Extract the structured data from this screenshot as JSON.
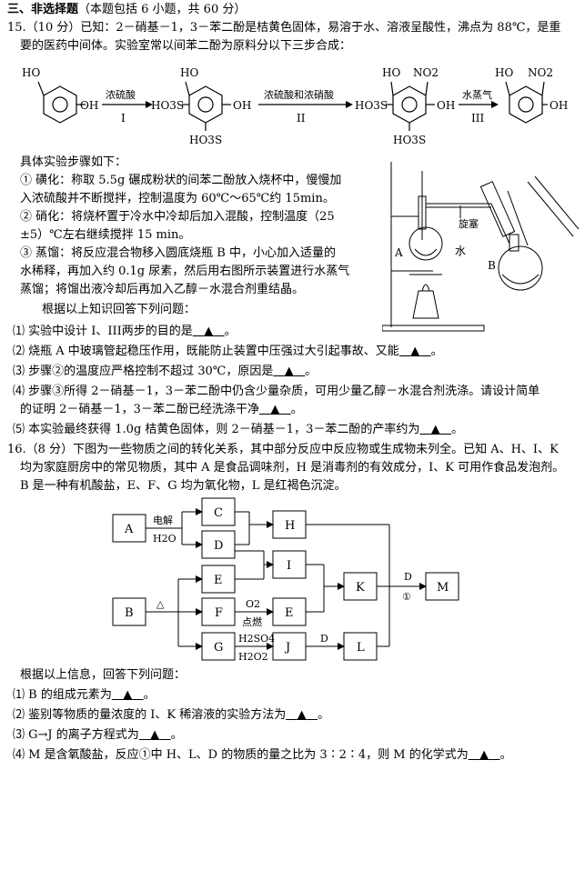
{
  "section_header": {
    "bold": "三、非选择题",
    "rest": "（本题包括 6 小题，共 60 分）"
  },
  "q15": {
    "line1": "15.（10 分）已知：2－硝基－1，3－苯二酚是桔黄色固体，易溶于水、溶液呈酸性，沸点为 88℃，是重",
    "line2": "要的医药中间体。实验室常以间苯二酚为原料分以下三步合成：",
    "scheme": {
      "step1_reagent": "浓硫酸",
      "step1_label": "I",
      "step2_reagent": "浓硫酸和浓硝酸",
      "step2_label": "II",
      "step3_reagent": "水蒸气",
      "step3_label": "III",
      "ho": "HO",
      "oh": "OH",
      "so3h_left": "HO3S",
      "so3h_bottom": "HO3S",
      "no2": "NO2"
    },
    "steps": [
      "具体实验步骤如下：",
      "① 磺化：称取 5.5g 碾成粉状的间苯二酚放入烧杯中，慢慢加",
      "入浓硫酸并不断搅拌，控制温度为 60℃～65℃约 15min。",
      "② 硝化：将烧杯置于冷水中冷却后加入混酸，控制温度（25",
      "±5）℃左右继续搅拌 15 min。",
      "③ 蒸馏：将反应混合物移入圆底烧瓶 B 中，小心加入适量的",
      "水稀释，再加入约 0.1g 尿素，然后用右图所示装置进行水蒸气",
      "蒸馏；将馏出液冷却后再加入乙醇－水混合剂重结晶。",
      "根据以上知识回答下列问题："
    ],
    "apparatus": {
      "label_a": "A",
      "label_b": "B",
      "label_water": "水",
      "label_valve": "旋塞"
    },
    "questions": [
      "⑴ 实验中设计 I、III两步的目的是",
      "⑵ 烧瓶 A 中玻璃管起稳压作用，既能防止装置中压强过大引起事故、又能",
      "⑶ 步骤②的温度应严格控制不超过 30℃，原因是",
      "⑷ 步骤③所得 2－硝基－1，3－苯二酚中仍含少量杂质，可用少量乙醇－水混合剂洗涤。请设计简单",
      "的证明 2－硝基－1，3－苯二酚已经洗涤干净",
      "⑸ 本实验最终获得 1.0g 桔黄色固体，则 2－硝基－1，3－苯二酚的产率约为"
    ],
    "blank_mark": "▲"
  },
  "q16": {
    "line1": "16.（8 分）下图为一些物质之间的转化关系，其中部分反应中反应物或生成物未列全。已知 A、H、I、K",
    "line2": "均为家庭厨房中的常见物质，其中 A 是食品调味剂，H 是消毒剂的有效成分，I、K 可用作食品发泡剂。",
    "line3": "B 是一种有机酸盐，E、F、G 均为氧化物，L 是红褐色沉淀。",
    "flow": {
      "boxes": {
        "A": "A",
        "B": "B",
        "C": "C",
        "D": "D",
        "E1": "E",
        "F": "F",
        "G": "G",
        "H": "H",
        "I": "I",
        "E2": "E",
        "J": "J",
        "L": "L",
        "K": "K",
        "M": "M"
      },
      "labels": {
        "electrolysis": "电解",
        "h2o": "H2O",
        "heat": "△",
        "o2": "O2",
        "ignite": "点燃",
        "h2so4": "H2SO4",
        "h2o2": "H2O2",
        "d1": "D",
        "d2": "D",
        "circle1": "①"
      }
    },
    "after": "根据以上信息，回答下列问题：",
    "questions": [
      "⑴ B 的组成元素为",
      "⑵ 鉴别等物质的量浓度的 I、K 稀溶液的实验方法为",
      "⑶ G→J 的离子方程式为",
      "⑷ M 是含氧酸盐，反应①中 H、L、D 的物质的量之比为 3∶2∶4，则 M 的化学式为"
    ]
  }
}
